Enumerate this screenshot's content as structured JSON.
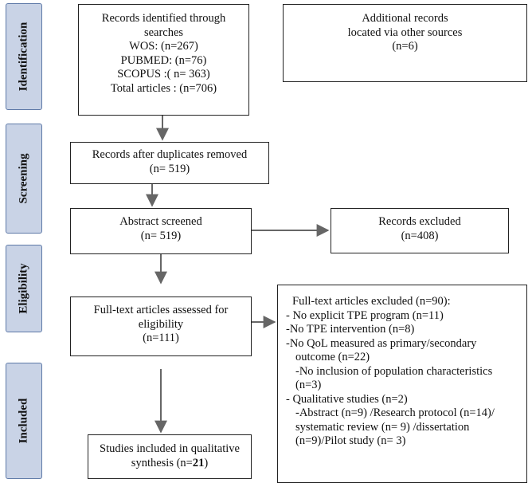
{
  "stages": {
    "identification": "Identification",
    "screening": "Screening",
    "eligibility": "Eligibility",
    "included": "Included"
  },
  "identified": {
    "lines": [
      "Records identified through",
      "searches",
      "WOS: (n=267)",
      "PUBMED: (n=76)",
      "SCOPUS :( n= 363)",
      "Total articles : (n=706)"
    ]
  },
  "additional": {
    "lines": [
      "Additional records",
      "located via other sources",
      "(n=6)"
    ]
  },
  "duplicates": {
    "lines": [
      "Records after duplicates removed",
      "(n= 519)"
    ]
  },
  "abstract": {
    "lines": [
      "Abstract screened",
      "(n= 519)"
    ]
  },
  "excluded": {
    "lines": [
      "Records excluded",
      "(n=408)"
    ]
  },
  "fulltext": {
    "lines": [
      "Full-text articles assessed for",
      "eligibility",
      "(n=111)"
    ]
  },
  "fulltext_excluded": {
    "lines": [
      "Full-text articles excluded (n=90):",
      "- No explicit TPE program (n=11)",
      "-No TPE intervention (n=8)",
      "-No QoL measured as primary/secondary",
      "outcome (n=22)",
      "-No inclusion of population characteristics",
      "(n=3)",
      "- Qualitative studies (n=2)",
      "-Abstract (n=9) /Research protocol (n=14)/",
      "systematic review (n= 9) /dissertation",
      "(n=9)/Pilot study (n= 3)"
    ]
  },
  "included": {
    "line1": "Studies included in qualitative",
    "line2_prefix": "synthesis (n=",
    "line2_value": "21",
    "line2_suffix": ")"
  }
}
